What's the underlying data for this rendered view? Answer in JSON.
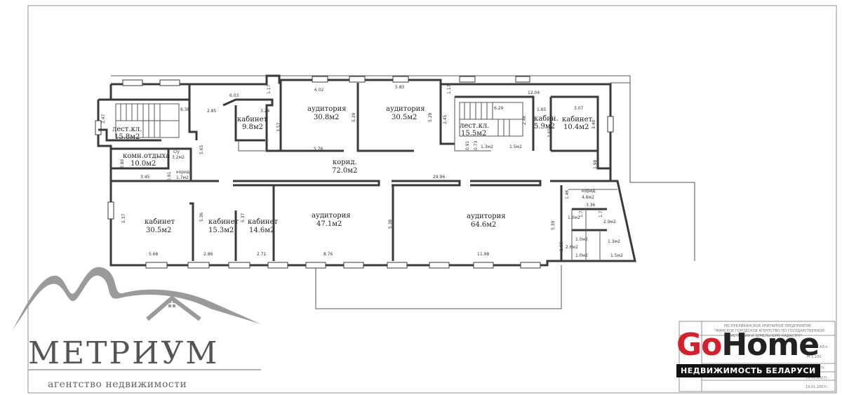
{
  "rooms": [
    {
      "id": "stair-left",
      "name": "лест.кл.",
      "area": "15.8м2"
    },
    {
      "id": "lounge",
      "name": "комн.отдыха",
      "area": "10.0м2"
    },
    {
      "id": "wc-left",
      "name": "с/у",
      "area": "3.2м2"
    },
    {
      "id": "corr-small",
      "name": "корид.",
      "area": "1.7м2"
    },
    {
      "id": "office-98",
      "name": "кабинет",
      "area": "9.8м2"
    },
    {
      "id": "aud-308",
      "name": "аудитория",
      "area": "30.8м2"
    },
    {
      "id": "aud-305",
      "name": "аудитория",
      "area": "30.5м2"
    },
    {
      "id": "stair-right",
      "name": "лест.кл.",
      "area": "15.5м2"
    },
    {
      "id": "office-59",
      "name": "кабин.",
      "area": "5.9м2"
    },
    {
      "id": "office-104",
      "name": "кабинет",
      "area": "10.4м2"
    },
    {
      "id": "corridor",
      "name": "корид.",
      "area": "72.0м2"
    },
    {
      "id": "office-305",
      "name": "кабинет",
      "area": "30.5м2"
    },
    {
      "id": "office-153",
      "name": "кабинет",
      "area": "15.3м2"
    },
    {
      "id": "office-146",
      "name": "кабинет",
      "area": "14.6м2"
    },
    {
      "id": "aud-471",
      "name": "аудитория",
      "area": "47.1м2"
    },
    {
      "id": "aud-646",
      "name": "аудитория",
      "area": "64.6м2"
    },
    {
      "id": "corr-46",
      "name": "корид.",
      "area": "4.6м2"
    }
  ],
  "small_areas": [
    "1.3м2",
    "1.5м2",
    "1.0м2",
    "2.9м2",
    "1.0м2",
    "1.3м2",
    "2.6м2",
    "1.0м2",
    "1.5м2"
  ],
  "dims": {
    "d603": "6.03",
    "d602": "6.02",
    "d583": "5.83",
    "d1204": "12.04",
    "d638": "6.38",
    "d285": "2.85",
    "d247": "2.47",
    "d324": "3.24",
    "d117a": "1.17",
    "d117b": "1.17",
    "d357": "3.57",
    "d529a": "5.29",
    "d529b": "5.29",
    "d245": "2.45",
    "d629": "6.29",
    "d246": "2.46",
    "d165": "1.65",
    "d307": "3.07",
    "d340": "3.40",
    "d365": "3.65",
    "d576": "5.76",
    "d565": "5.65",
    "d280": "2.80",
    "d345": "3.45",
    "d091": "0.91",
    "d2996": "29.96",
    "d198": "1.98",
    "d146": "1.46",
    "d336": "3.36",
    "d537": "5.37",
    "d536": "5.36",
    "d537b": "5.37",
    "d538": "5.38",
    "d539": "5.39",
    "d171a": "1.71",
    "d171b": "1.71",
    "d568": "5.68",
    "d286": "2.86",
    "d271": "2.71",
    "d876": "8.76",
    "d1198": "11.98",
    "d160": "1.60",
    "d091b": "0.91",
    "d073": "0.73"
  },
  "agency": {
    "name": "МЕТРИУМ",
    "subtitle": "агентство недвижимости"
  },
  "stamp": {
    "org1": "РЕСПУБЛИКАНСКОЕ УНИТАРНОЕ ПРЕДПРИЯТИЕ",
    "org2": "\"МИНСКОЕ ГОРОДСКОЕ АГЕНТСТВО ПО ГОСУДАРСТВЕННОЙ",
    "org3": "РЕГИСТРАЦИИ И ЗЕМЕЛЬНОМУ КАДАСТРУ\"",
    "sheet": "А3/л",
    "scale": "М 1:100",
    "date1": "01.2007г.",
    "date2": "19.01.2007г.",
    "date3": "19.01.2007г."
  },
  "brand": {
    "go": "Go",
    "home": "Home",
    "tagline": "НЕДВИЖИМОСТЬ БЕЛАРУСИ",
    "accent": "#d81e2a"
  }
}
